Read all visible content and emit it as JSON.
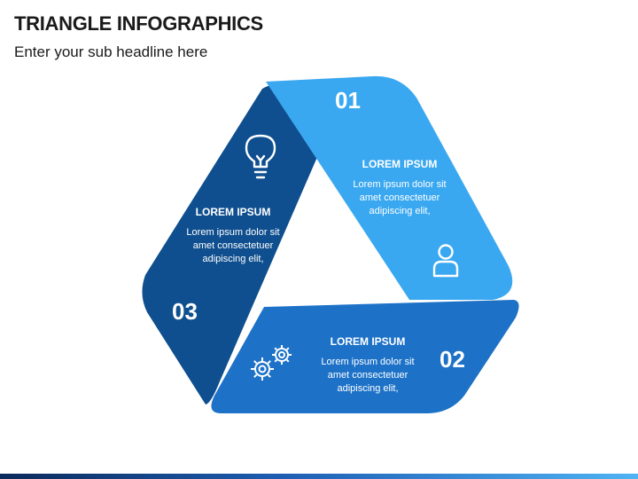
{
  "header": {
    "title": "TRIANGLE INFOGRAPHICS",
    "subtitle": "Enter your sub headline here"
  },
  "segments": [
    {
      "number": "01",
      "heading": "LOREM IPSUM",
      "lines": [
        "Lorem ipsum dolor sit",
        "amet consectetuer",
        "adipiscing elit,"
      ],
      "icon": "person-icon",
      "color": "#3aa8f0"
    },
    {
      "number": "02",
      "heading": "LOREM IPSUM",
      "lines": [
        "Lorem ipsum dolor sit",
        "amet consectetuer",
        "adipiscing elit,"
      ],
      "icon": "gears-icon",
      "color": "#1d72c8"
    },
    {
      "number": "03",
      "heading": "LOREM IPSUM",
      "lines": [
        "Lorem ipsum dolor sit",
        "amet consectetuer",
        "adipiscing elit,"
      ],
      "icon": "lightbulb-icon",
      "color": "#0f4f8f"
    }
  ],
  "accent_colors": {
    "footer_start": "#0b2a5b",
    "footer_end": "#4fb3f5"
  }
}
